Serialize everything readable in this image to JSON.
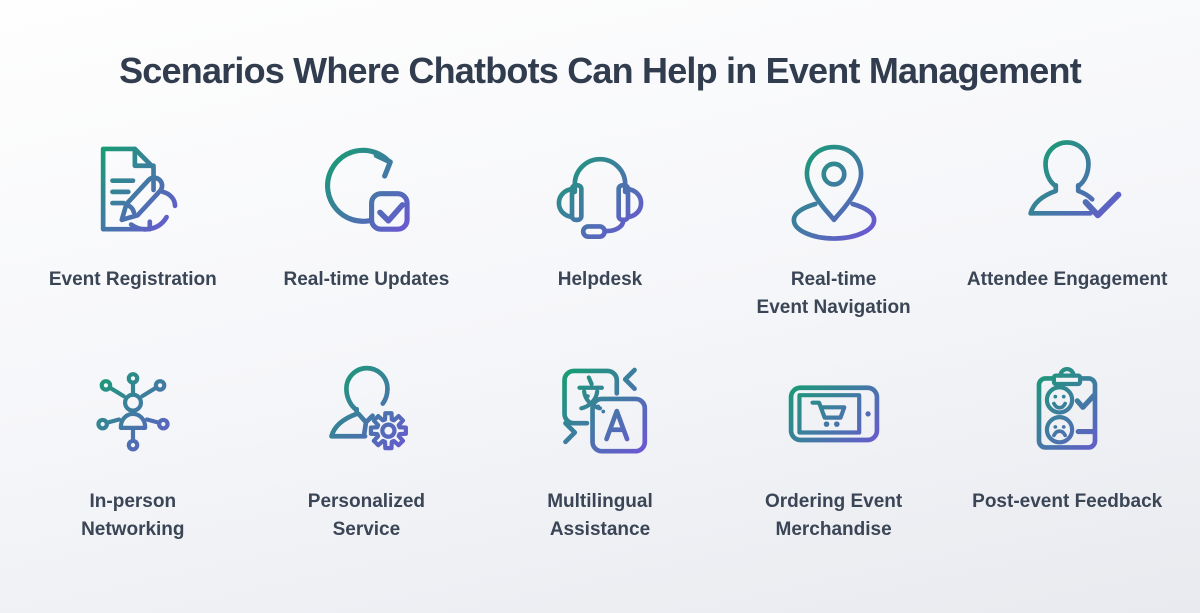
{
  "title": "Scenarios Where Chatbots Can Help in Event Management",
  "colors": {
    "gradient_start": "#13A06E",
    "gradient_end": "#6E55D6",
    "title_color": "#313D4F",
    "label_color": "#3A4556"
  },
  "grid": {
    "items": [
      {
        "id": "event-registration",
        "label": "Event Registration",
        "icon": "document-signature-icon"
      },
      {
        "id": "real-time-updates",
        "label": "Real-time Updates",
        "icon": "refresh-check-icon"
      },
      {
        "id": "helpdesk",
        "label": "Helpdesk",
        "icon": "headset-icon"
      },
      {
        "id": "real-time-event-navigation",
        "label": "Real-time\nEvent Navigation",
        "icon": "location-pin-icon"
      },
      {
        "id": "attendee-engagement",
        "label": "Attendee Engagement",
        "icon": "person-check-icon"
      },
      {
        "id": "in-person-networking",
        "label": "In-person\nNetworking",
        "icon": "network-person-icon"
      },
      {
        "id": "personalized-service",
        "label": "Personalized\nService",
        "icon": "person-gear-icon"
      },
      {
        "id": "multilingual-assistance",
        "label": "Multilingual\nAssistance",
        "icon": "translation-icon"
      },
      {
        "id": "ordering-event-merchandise",
        "label": "Ordering Event\nMerchandise",
        "icon": "tablet-cart-icon"
      },
      {
        "id": "post-event-feedback",
        "label": "Post-event Feedback",
        "icon": "feedback-clipboard-icon"
      }
    ]
  }
}
